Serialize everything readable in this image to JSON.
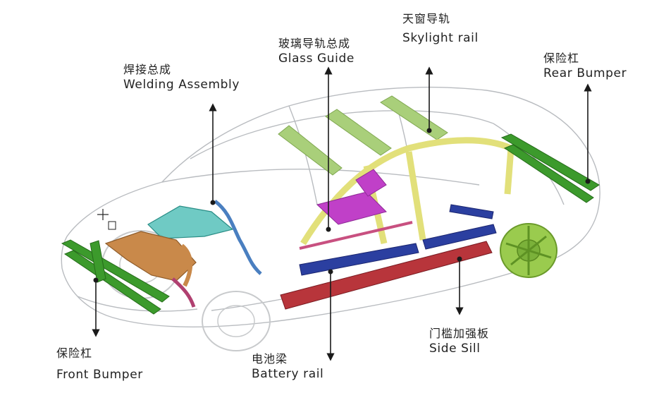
{
  "labels": {
    "skylight": {
      "zh": "天窗导轨",
      "en": "Skylight rail"
    },
    "glass_guide": {
      "zh": "玻璃导轨总成",
      "en": "Glass Guide"
    },
    "welding": {
      "zh": "焊接总成",
      "en": "Welding Assembly"
    },
    "rear_bumper": {
      "zh": "保险杠",
      "en": "Rear Bumper"
    },
    "front_bumper": {
      "zh": "保险杠",
      "en": "Front Bumper"
    },
    "battery_rail": {
      "zh": "电池梁",
      "en": "Battery rail"
    },
    "side_sill": {
      "zh": "门槛加强板",
      "en": "Side Sill"
    }
  },
  "colors": {
    "bumper_green": "#3c9a2c",
    "sill_red": "#b8353b",
    "rail_blue": "#2b3fa0",
    "skylight_green": "#a9cf7a",
    "frame_yellow": "#e2e07a",
    "glass_teal": "#3fb8b0",
    "engine_orange": "#c9894a",
    "seat_magenta": "#c040c8",
    "arrow": "#1a1a1a"
  }
}
